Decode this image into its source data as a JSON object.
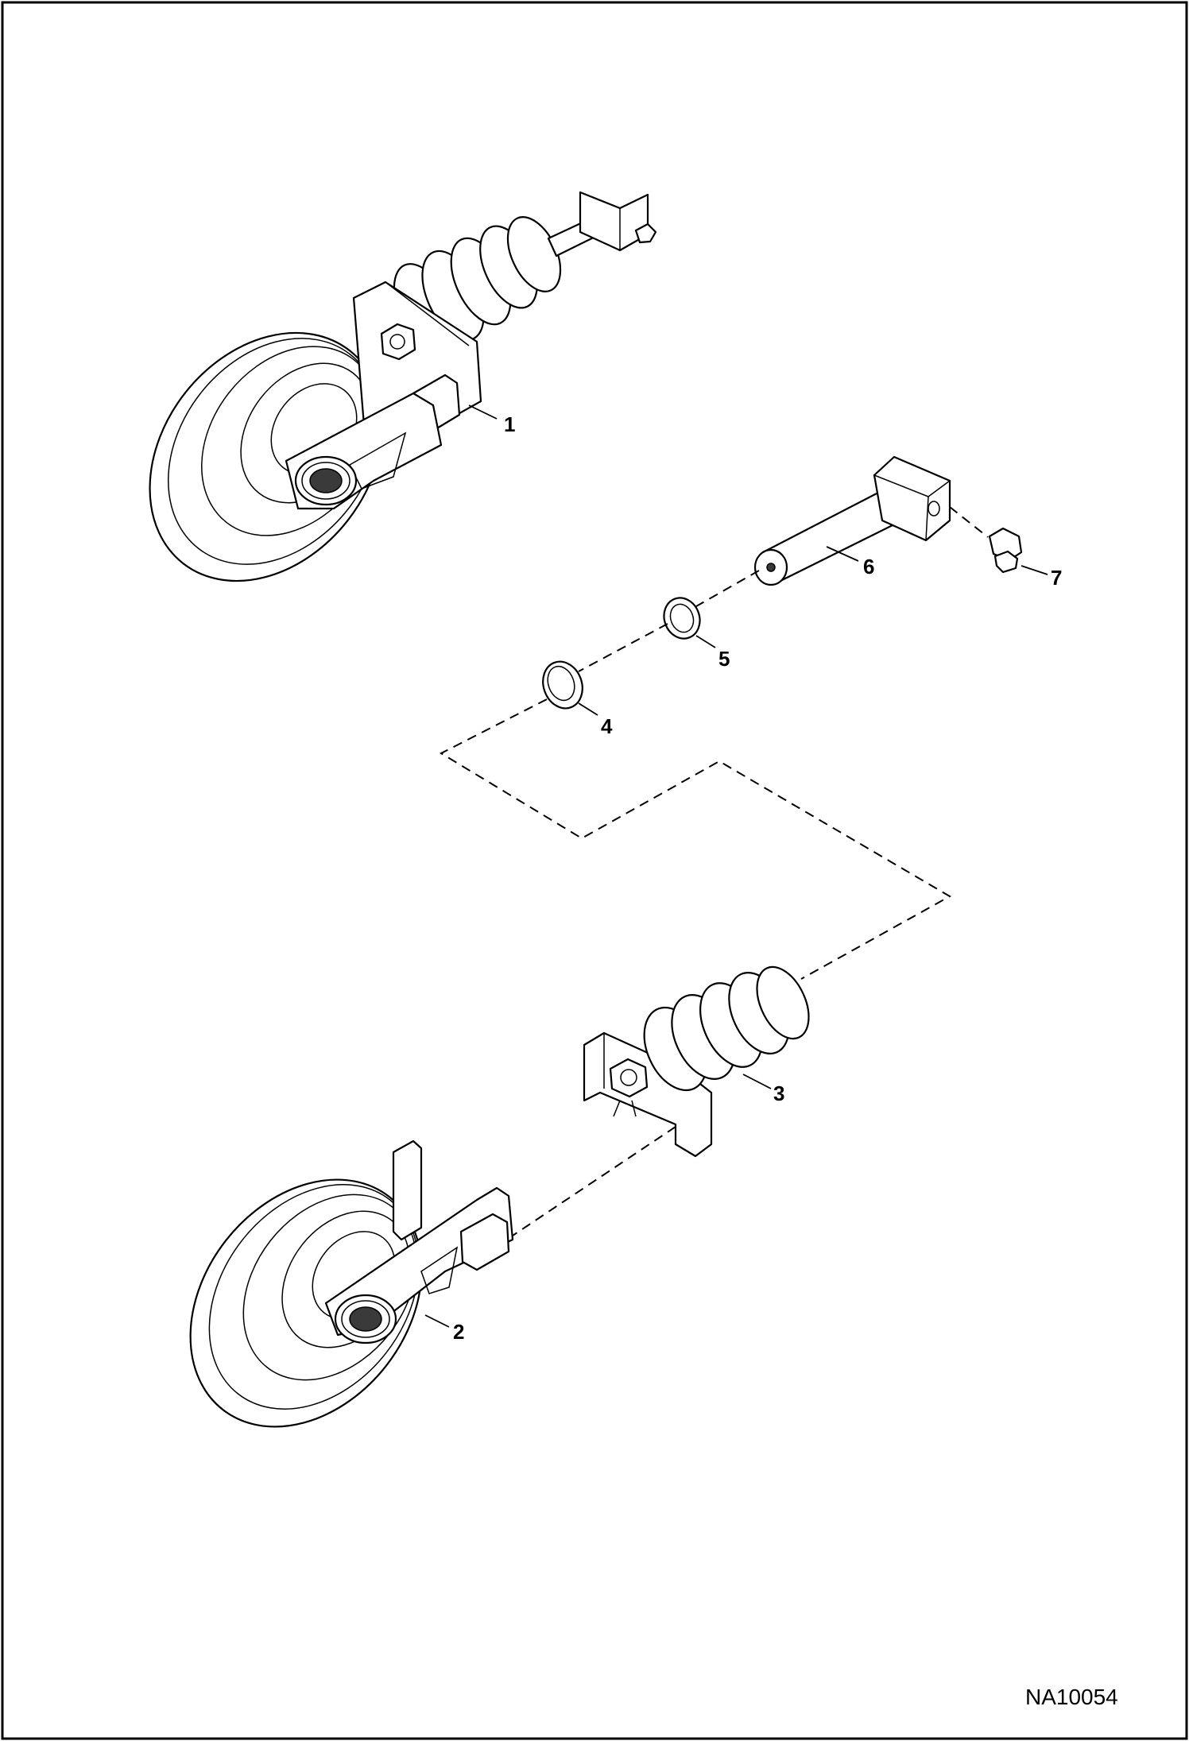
{
  "figure_id": "NA10054",
  "callouts": {
    "c1": "1",
    "c2": "2",
    "c3": "3",
    "c4": "4",
    "c5": "5",
    "c6": "6",
    "c7": "7"
  }
}
